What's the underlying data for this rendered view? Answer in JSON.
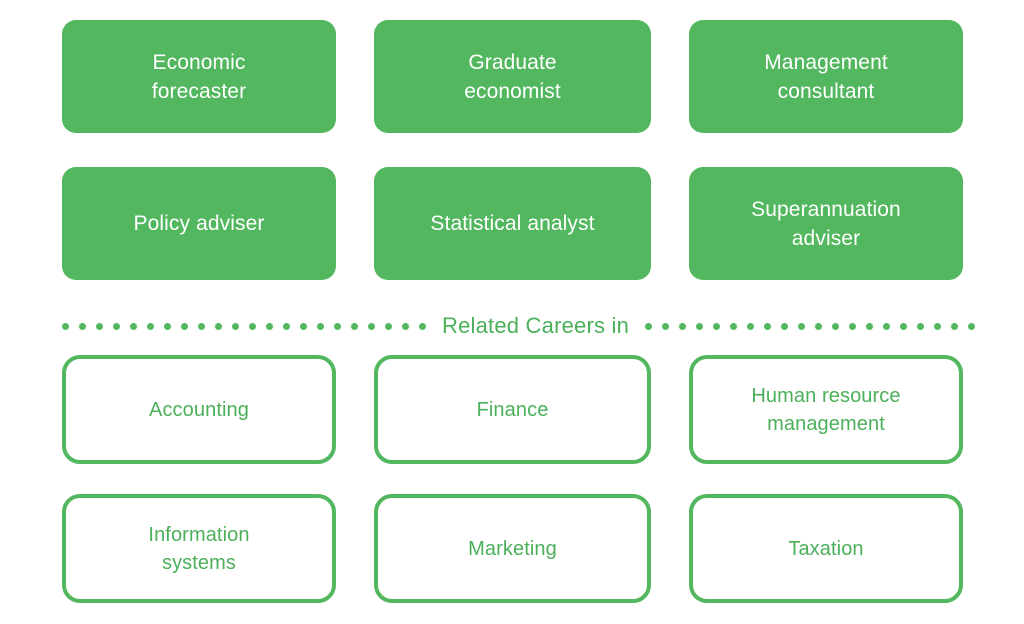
{
  "theme": {
    "accent_green": "#52b75e",
    "accent_green_text": "#4cb05a",
    "filled_card_text": "#ffffff",
    "page_background": "#ffffff"
  },
  "careers": {
    "cards": [
      {
        "label": "Economic\nforecaster"
      },
      {
        "label": "Graduate\neconomist"
      },
      {
        "label": "Management\nconsultant"
      },
      {
        "label": "Policy adviser"
      },
      {
        "label": "Statistical analyst"
      },
      {
        "label": "Superannuation\nadviser"
      }
    ]
  },
  "divider": {
    "label": "Related Careers in",
    "left_dot_count": 22,
    "right_dot_count": 20
  },
  "related": {
    "cards": [
      {
        "label": "Accounting"
      },
      {
        "label": "Finance"
      },
      {
        "label": "Human resource\nmanagement"
      },
      {
        "label": "Information\nsystems"
      },
      {
        "label": "Marketing"
      },
      {
        "label": "Taxation"
      }
    ]
  }
}
